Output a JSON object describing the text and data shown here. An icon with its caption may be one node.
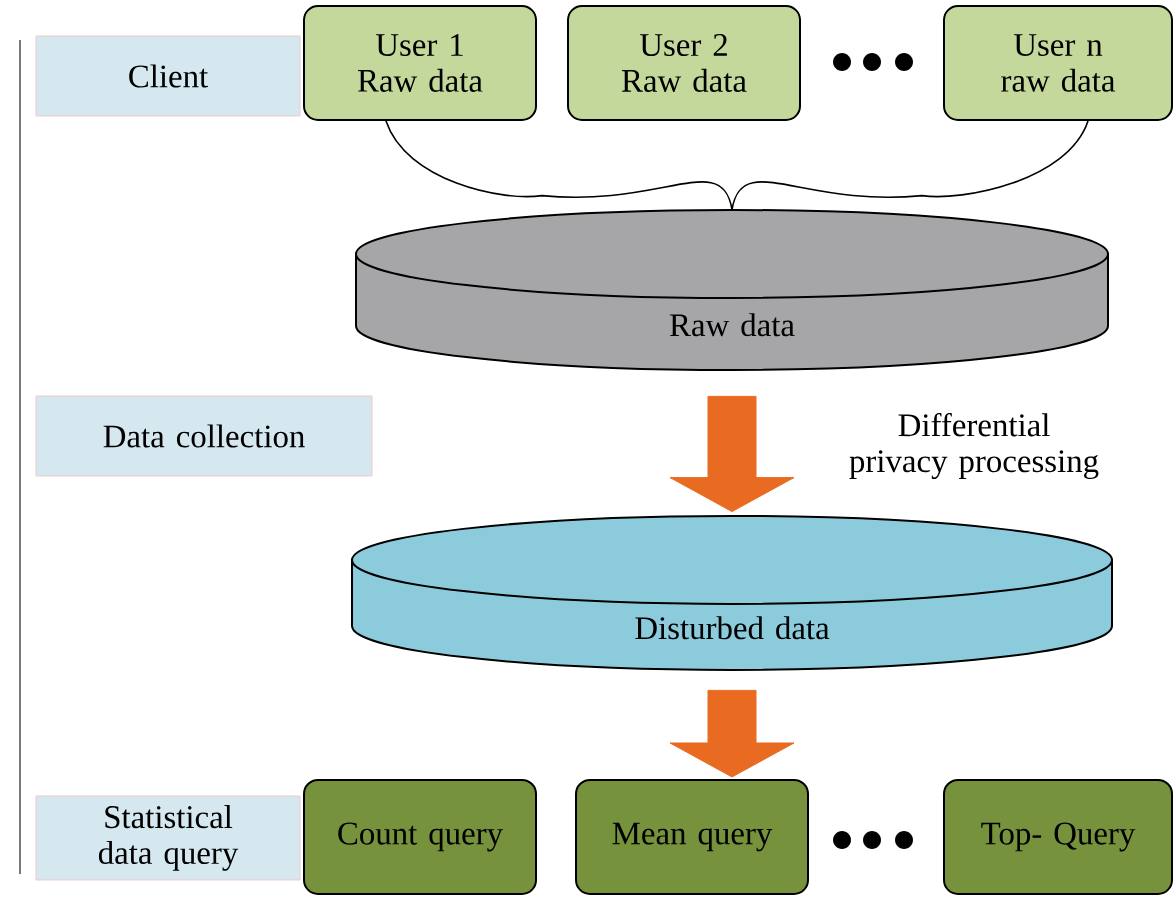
{
  "diagram": {
    "nodes": [
      {
        "text": [
          "Client"
        ]
      },
      {
        "text": [
          "User 1 Raw data"
        ]
      },
      {
        "text": [
          "User 2 Raw data"
        ]
      },
      {
        "text": [
          "User n raw data"
        ]
      },
      {
        "text": [
          "Raw data"
        ]
      },
      {
        "text": [
          "Data collection"
        ]
      },
      {
        "text": [
          "Disturbed data"
        ]
      },
      {
        "text": [
          "Statistical data query"
        ]
      },
      {
        "text": [
          "Count query"
        ]
      },
      {
        "text": [
          "Mean query"
        ]
      },
      {
        "text": [
          "Top- Query"
        ]
      }
    ],
    "edges": [
      {
        "from": 1,
        "to": 4,
        "arrow": "none"
      },
      {
        "from": 3,
        "to": 4,
        "arrow": "none"
      },
      {
        "from": 4,
        "to": 6,
        "arrow": "to",
        "label": "Differential privacy processing",
        "style": "thick",
        "color": "#e96b22"
      },
      {
        "from": 6,
        "to": 9,
        "arrow": "to",
        "style": "thick",
        "color": "#e96b22"
      }
    ]
  }
}
